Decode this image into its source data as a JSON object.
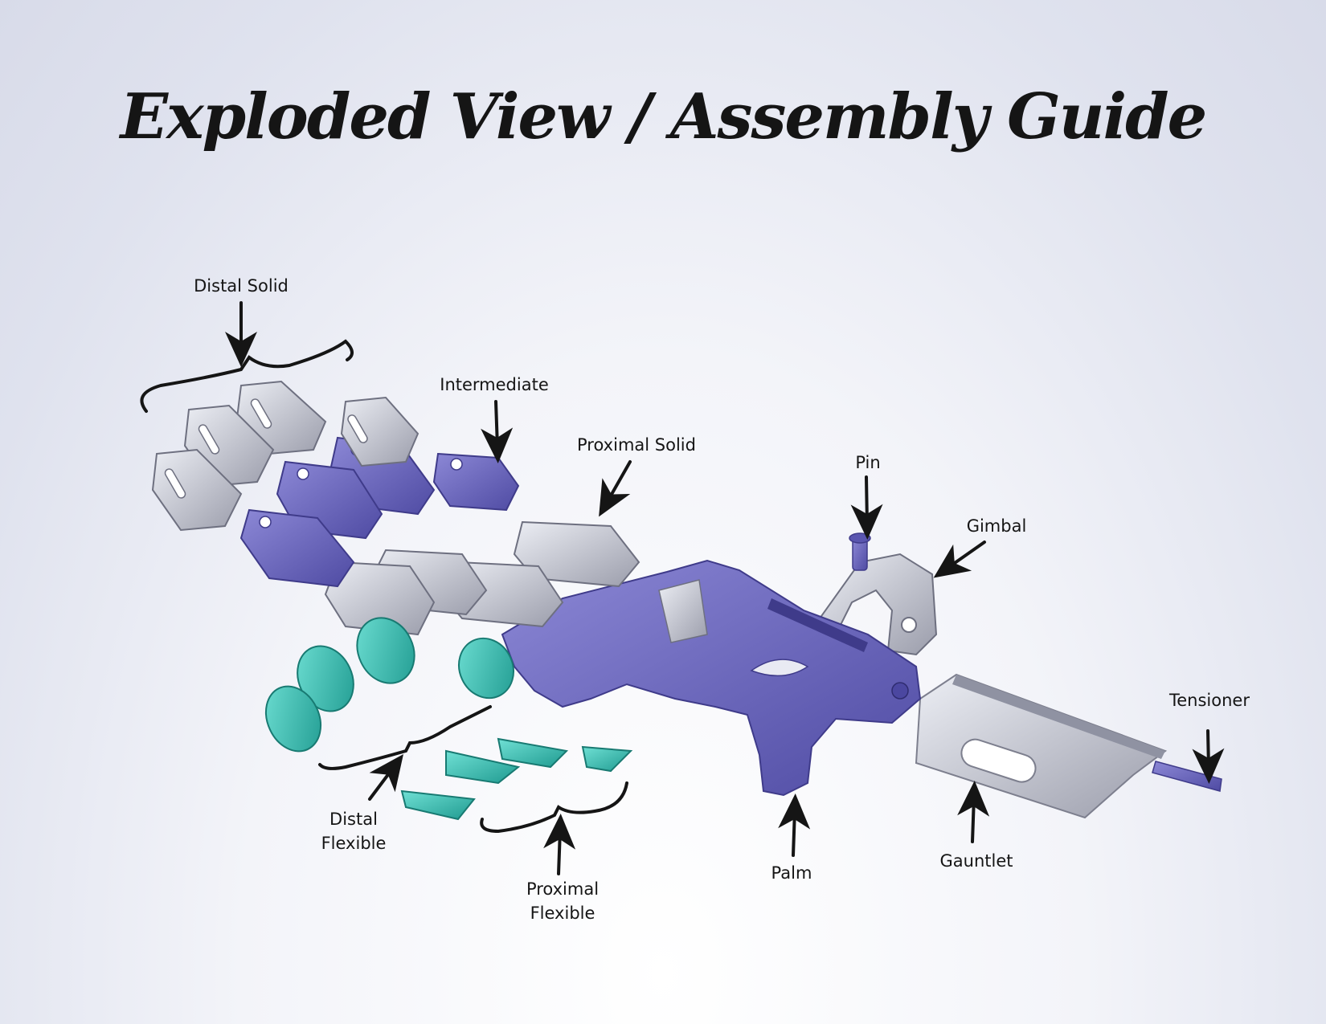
{
  "title": "Exploded View / Assembly Guide",
  "labels": {
    "distal_solid": "Distal Solid",
    "intermediate": "Intermediate",
    "proximal_solid": "Proximal Solid",
    "pin": "Pin",
    "gimbal": "Gimbal",
    "tensioner": "Tensioner",
    "distal_flexible_line1": "Distal",
    "distal_flexible_line2": "Flexible",
    "proximal_flexible_line1": "Proximal",
    "proximal_flexible_line2": "Flexible",
    "palm": "Palm",
    "gauntlet": "Gauntlet"
  },
  "colors": {
    "purple_part": "#6f6bc1",
    "grey_part": "#c8c9d2",
    "teal_part": "#35b8ae",
    "annotation": "#151515"
  }
}
